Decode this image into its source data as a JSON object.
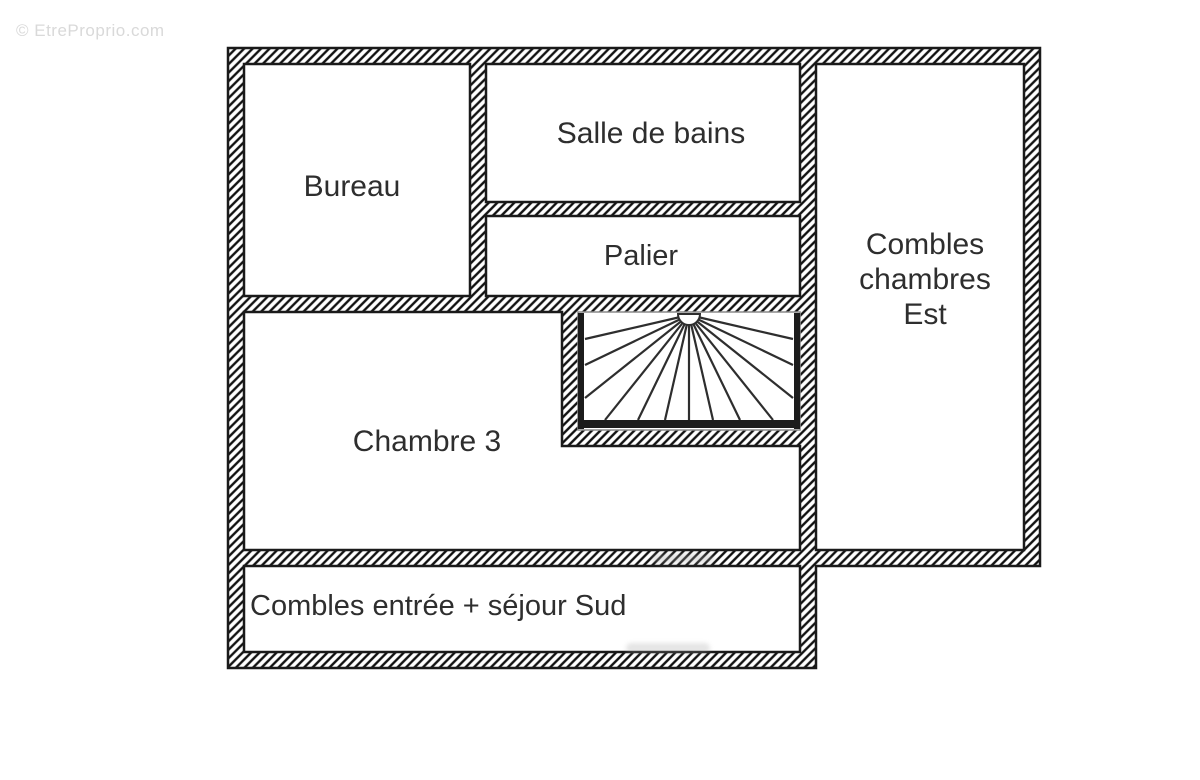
{
  "watermark": {
    "text": "© EtreProprio.com"
  },
  "rooms": {
    "bureau": {
      "label": "Bureau"
    },
    "salle_de_bains": {
      "label": "Salle de bains"
    },
    "palier": {
      "label": "Palier"
    },
    "combles_chambres_est": {
      "label": "Combles chambres Est"
    },
    "chambre_3": {
      "label": "Chambre 3"
    },
    "combles_entree_sejour_sud": {
      "label": "Combles entrée + séjour Sud"
    }
  },
  "colors": {
    "wall_outline": "#1a1a1a",
    "wall_hatch": "#111111",
    "room_fill": "#ffffff",
    "label_text": "#2e2e2e",
    "watermark_text": "#d9d9d9",
    "stair_lines": "#2e2e2e",
    "stair_dark_bars": "#1c1c1c"
  }
}
